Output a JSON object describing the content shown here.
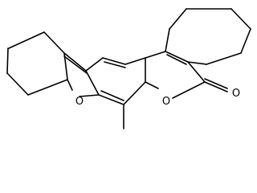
{
  "molecule": {
    "atoms": {
      "furan_oxygen": "O",
      "lactone_ring_oxygen": "O",
      "carbonyl_oxygen": "O"
    },
    "colors": {
      "bond": "#000000",
      "label": "#000000",
      "background": "#ffffff"
    }
  }
}
